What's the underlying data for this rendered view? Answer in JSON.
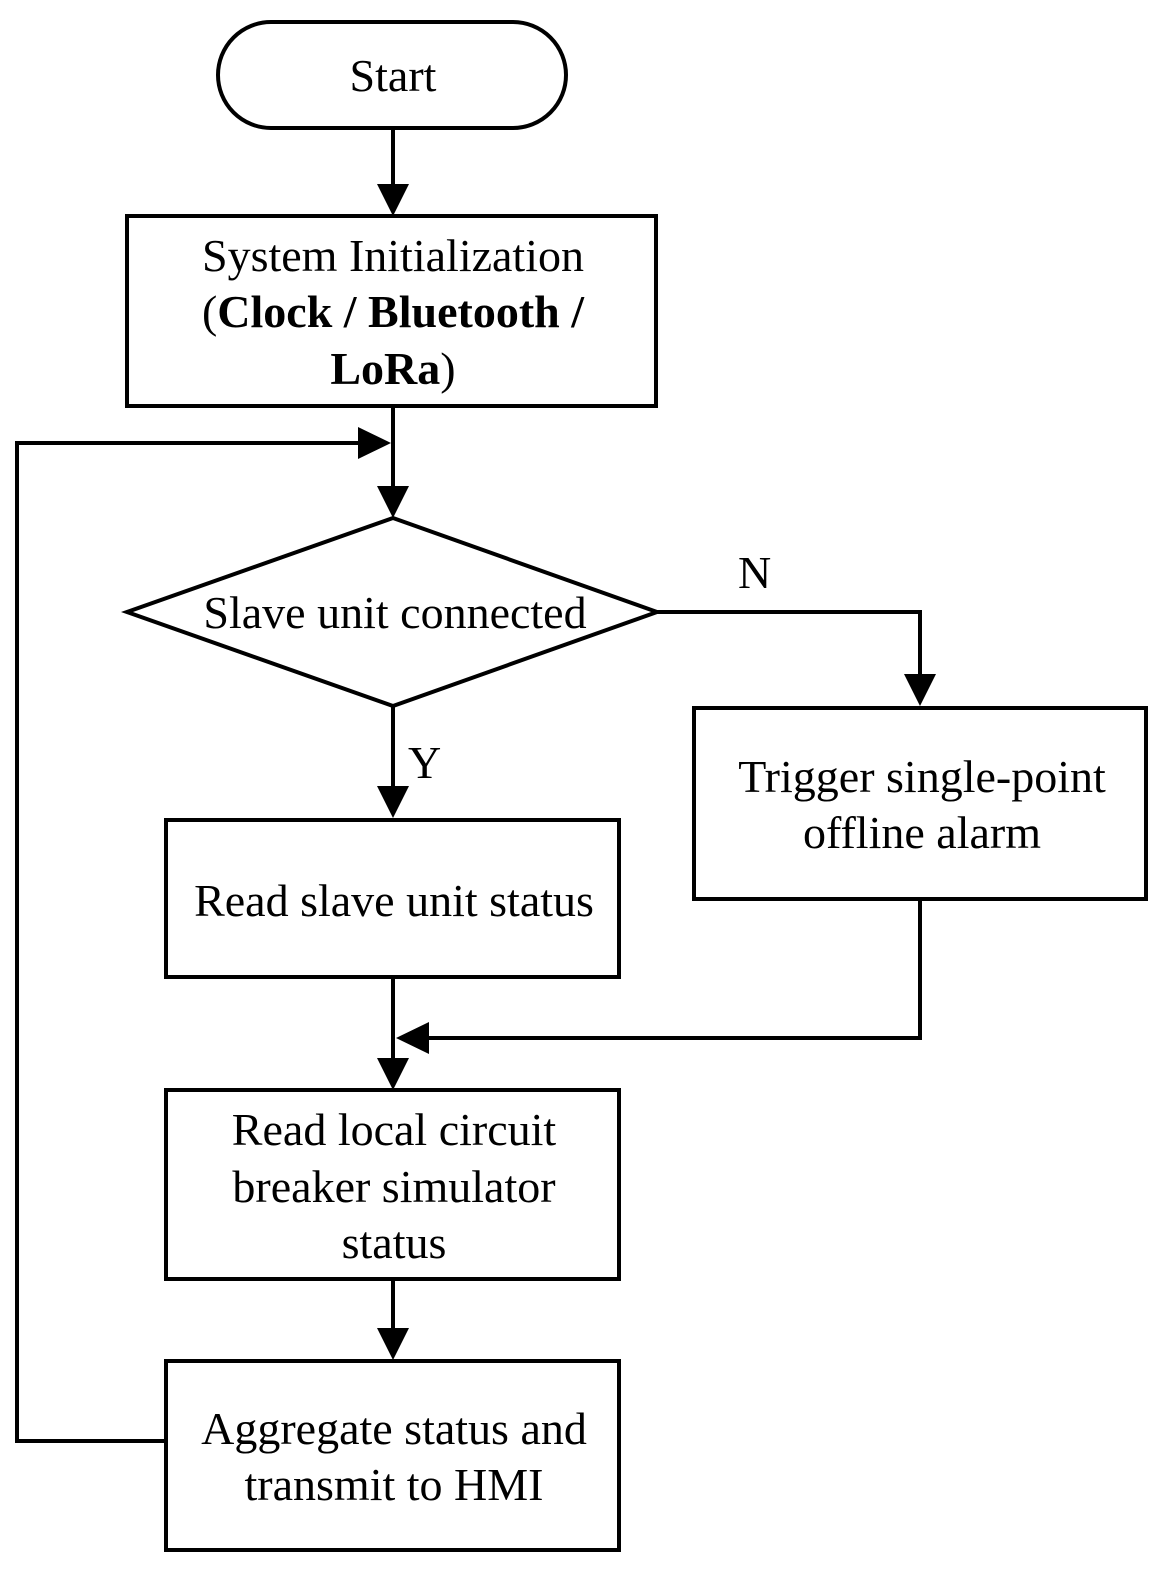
{
  "nodes": {
    "start": {
      "label": "Start"
    },
    "init": {
      "line1": "System Initialization",
      "line2_open": "(",
      "line2_bold": "Clock / Bluetooth /",
      "line3_bold": "LoRa",
      "line3_close": ")"
    },
    "decision": {
      "label": "Slave unit connected"
    },
    "read_slave": {
      "label": "Read slave unit status"
    },
    "alarm": {
      "line1": "Trigger single-point",
      "line2": "offline alarm"
    },
    "read_local": {
      "line1": "Read local circuit",
      "line2": "breaker simulator",
      "line3": "status"
    },
    "aggregate": {
      "line1": "Aggregate status and",
      "line2": "transmit to HMI"
    }
  },
  "edges": {
    "yes_label": "Y",
    "no_label": "N"
  },
  "colors": {
    "stroke": "#000000",
    "fill": "#ffffff",
    "text": "#000000"
  }
}
